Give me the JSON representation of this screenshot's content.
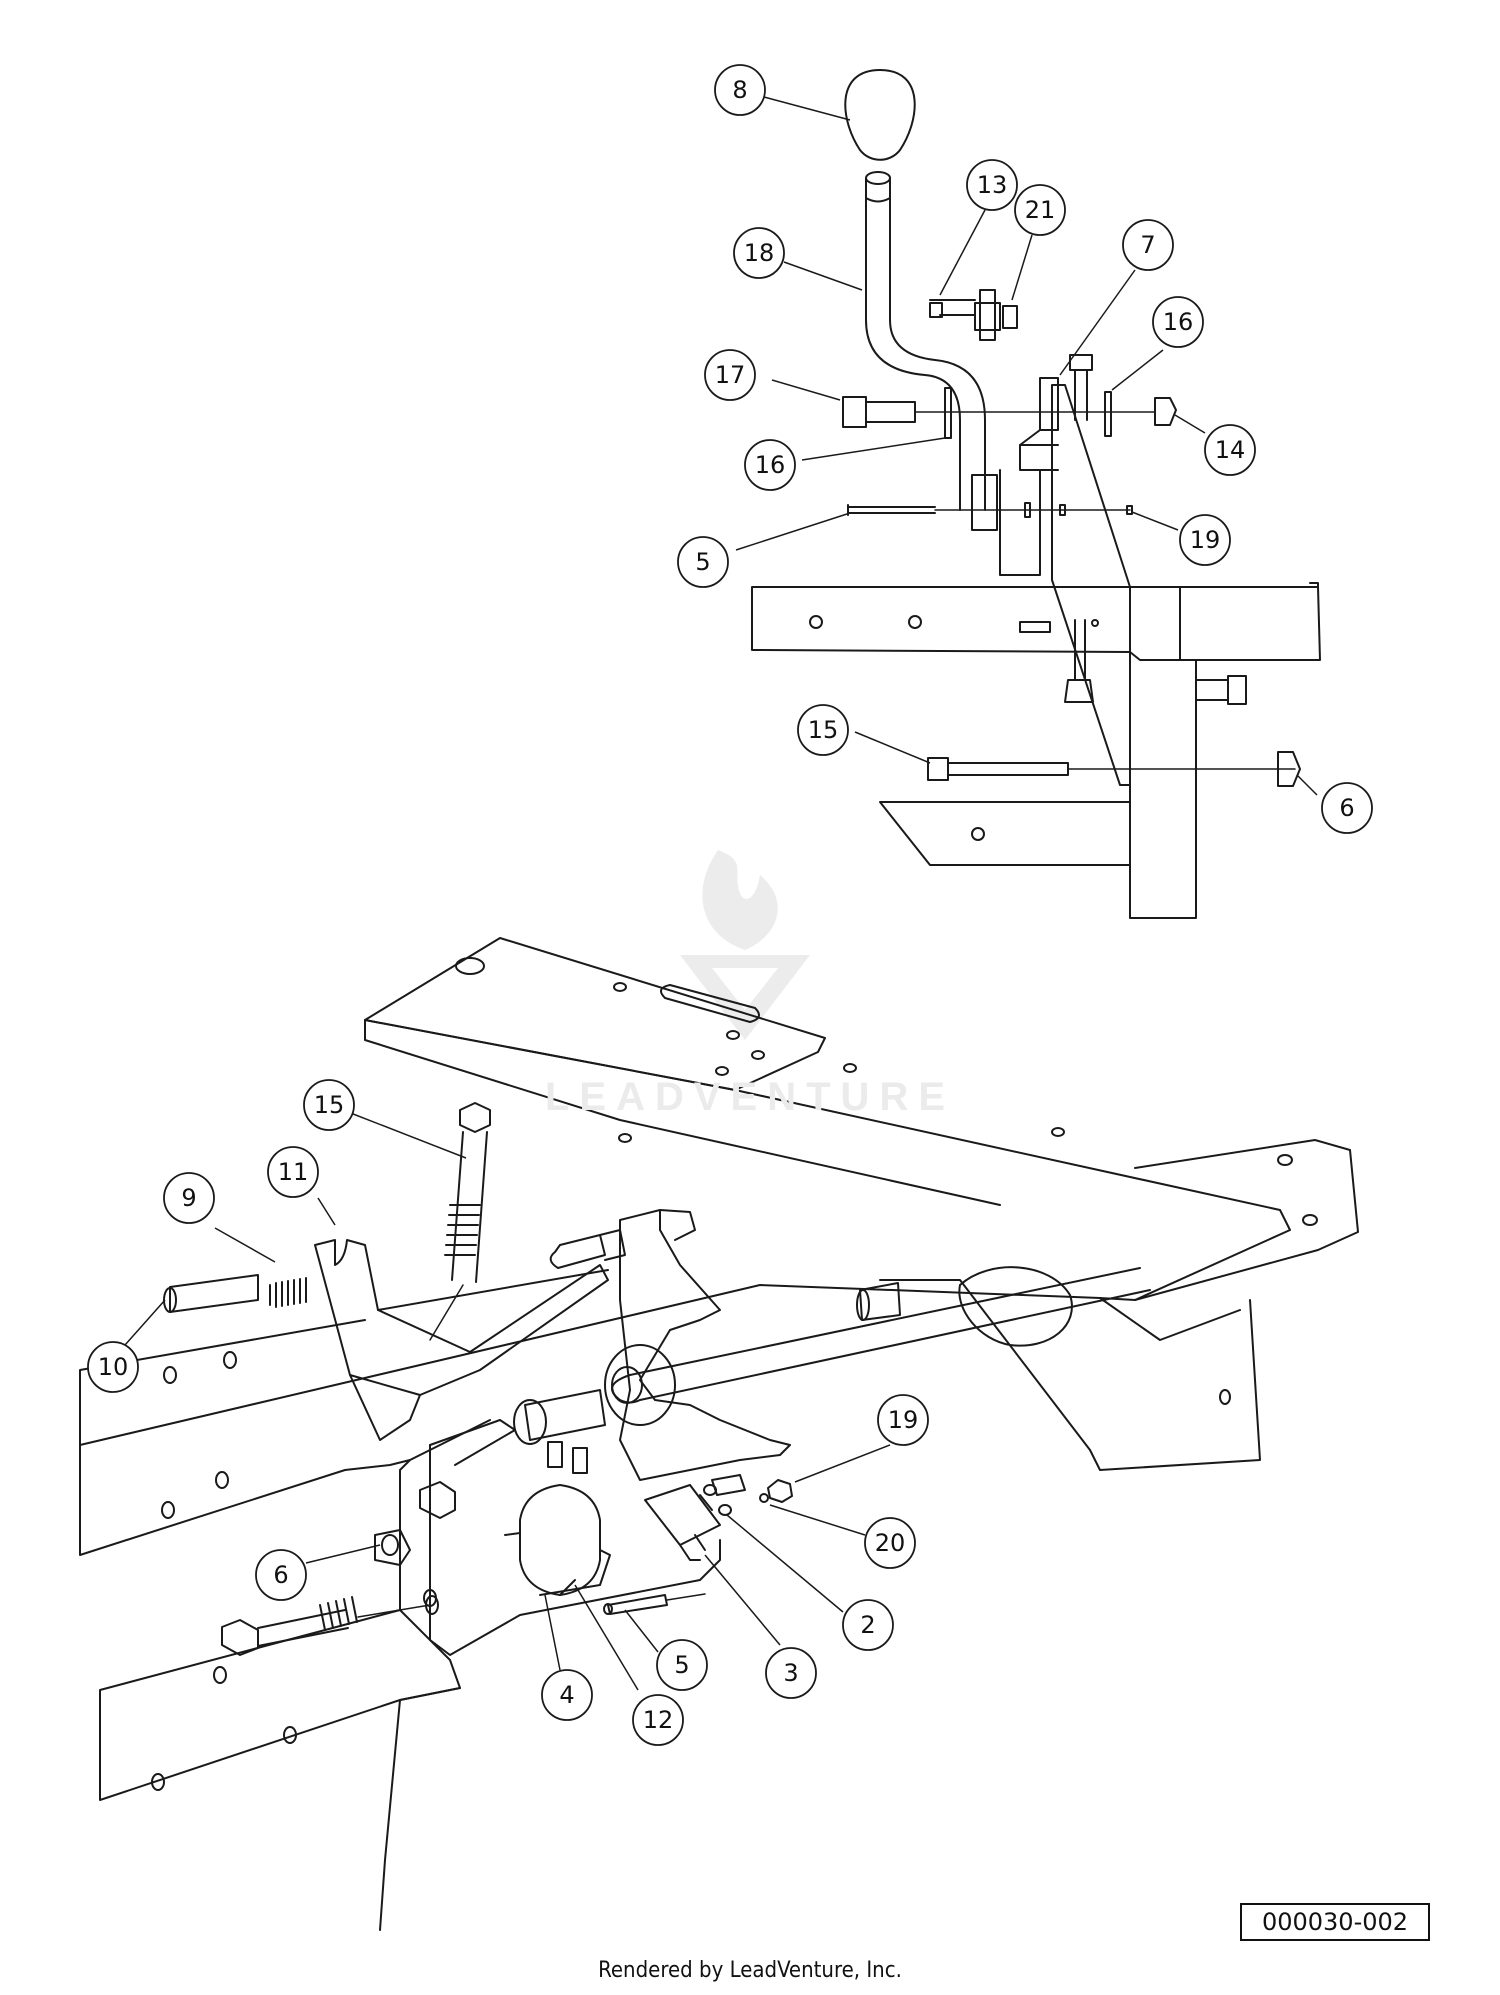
{
  "callouts": {
    "top": [
      {
        "label": "8"
      },
      {
        "label": "13"
      },
      {
        "label": "21"
      },
      {
        "label": "7"
      },
      {
        "label": "18"
      },
      {
        "label": "16"
      },
      {
        "label": "17"
      },
      {
        "label": "16"
      },
      {
        "label": "14"
      },
      {
        "label": "5"
      },
      {
        "label": "19"
      },
      {
        "label": "15"
      },
      {
        "label": "6"
      }
    ],
    "bottom": [
      {
        "label": "15"
      },
      {
        "label": "11"
      },
      {
        "label": "9"
      },
      {
        "label": "10"
      },
      {
        "label": "19"
      },
      {
        "label": "6"
      },
      {
        "label": "20"
      },
      {
        "label": "2"
      },
      {
        "label": "5"
      },
      {
        "label": "3"
      },
      {
        "label": "4"
      },
      {
        "label": "12"
      }
    ]
  },
  "part_code": "000030-002",
  "footer": "Rendered by LeadVenture, Inc.",
  "watermark": "LEADVENTURE",
  "colors": {
    "line": "#1a1a1a",
    "watermark": "#ebebeb"
  }
}
